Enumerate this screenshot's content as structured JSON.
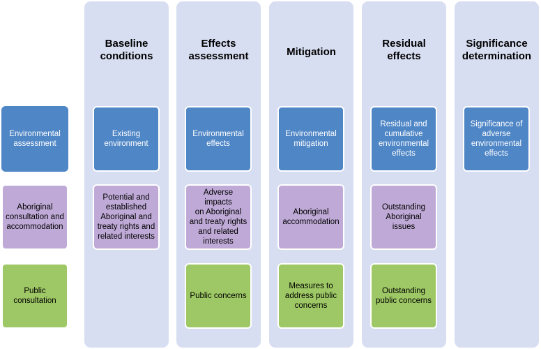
{
  "colors": {
    "column_bg": "#d8def2",
    "environmental": "#4f86c6",
    "aboriginal": "#bfaad7",
    "public": "#9ec865"
  },
  "rows": [
    "Environmental\nassessment",
    "Aboriginal\nconsultation and\naccommodation",
    "Public\nconsultation"
  ],
  "columns": [
    {
      "heading": "Baseline\nconditions",
      "env": "Existing\nenvironment",
      "abo": "Potential and\nestablished\nAboriginal and\ntreaty rights and\nrelated interests",
      "pub": ""
    },
    {
      "heading": "Effects\nassessment",
      "env": "Environmental\neffects",
      "abo": "Adverse impacts\non Aboriginal\nand treaty rights\nand related\ninterests",
      "pub": "Public concerns"
    },
    {
      "heading": "Mitigation",
      "env": "Environmental\nmitigation",
      "abo": "Aboriginal\naccommodation",
      "pub": "Measures to\naddress public\nconcerns"
    },
    {
      "heading": "Residual\neffects",
      "env": "Residual and\ncumulative\nenvironmental\neffects",
      "abo": "Outstanding\nAboriginal issues",
      "pub": "Outstanding\npublic concerns"
    },
    {
      "heading": "Significance\ndetermination",
      "env": "Significance of\nadverse\nenvironmental\neffects",
      "abo": "",
      "pub": ""
    }
  ]
}
